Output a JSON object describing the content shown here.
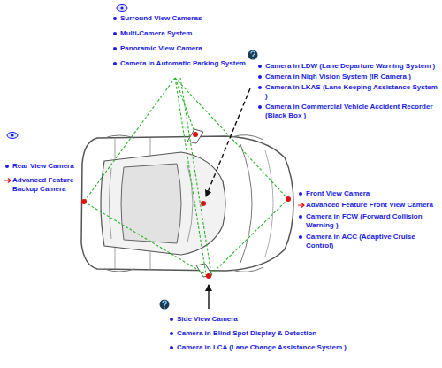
{
  "diagram": {
    "labels": [
      "Surround View Cameras",
      "Multi-Camera System",
      "Panoramic View Camera",
      "Camera in Automatic Parking System",
      "Camera in LDW (Lane Departure Warning System )",
      "Camera in Nigh Vision System (IR Camera )",
      "Camera in LKAS (Lane Keeping Assistance System )",
      "Camera in Commercial Vehicle Accident Recorder (Black Box )",
      "Rear View Camera",
      "Advanced Feature Backup Camera",
      "Front View Camera",
      "Advanced Feature Front View Camera",
      "Camera in FCW (Forward Collision Warning )",
      "Camera in ACC (Adaptive Cruise Control)",
      "Side View Camera",
      "Camera in Blind Spot Display & Detection",
      "Camera in LCA (Lane Change Assistance System )"
    ]
  }
}
